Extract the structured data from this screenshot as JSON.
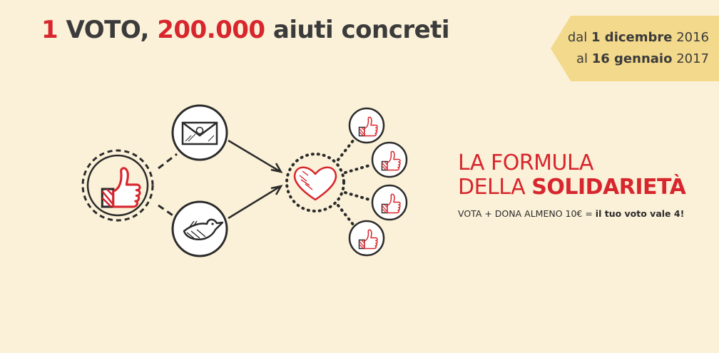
{
  "headline": {
    "part1_num": "1",
    "part1_text": " VOTO, ",
    "part2_num": "200.000",
    "part2_text": " aiuti concreti"
  },
  "dates": {
    "line1_prefix": "dal ",
    "line1_bold": "1 dicembre",
    "line1_suffix": " 2016",
    "line2_prefix": "al ",
    "line2_bold": "16 gennaio",
    "line2_suffix": " 2017"
  },
  "formula": {
    "line1": "LA FORMULA",
    "line2_prefix": "DELLA ",
    "line2_bold": "SOLIDARIETÀ",
    "sub_light": "VOTA + DONA  ALMENO 10€ = ",
    "sub_bold": "il tuo voto vale 4!"
  },
  "colors": {
    "background": "#fbf1d8",
    "accent_red": "#d7262d",
    "ribbon": "#f3d98b",
    "ink": "#2b2b2b"
  },
  "icons": [
    "thumbs-up-icon",
    "email-icon",
    "bird-icon",
    "heart-icon"
  ]
}
